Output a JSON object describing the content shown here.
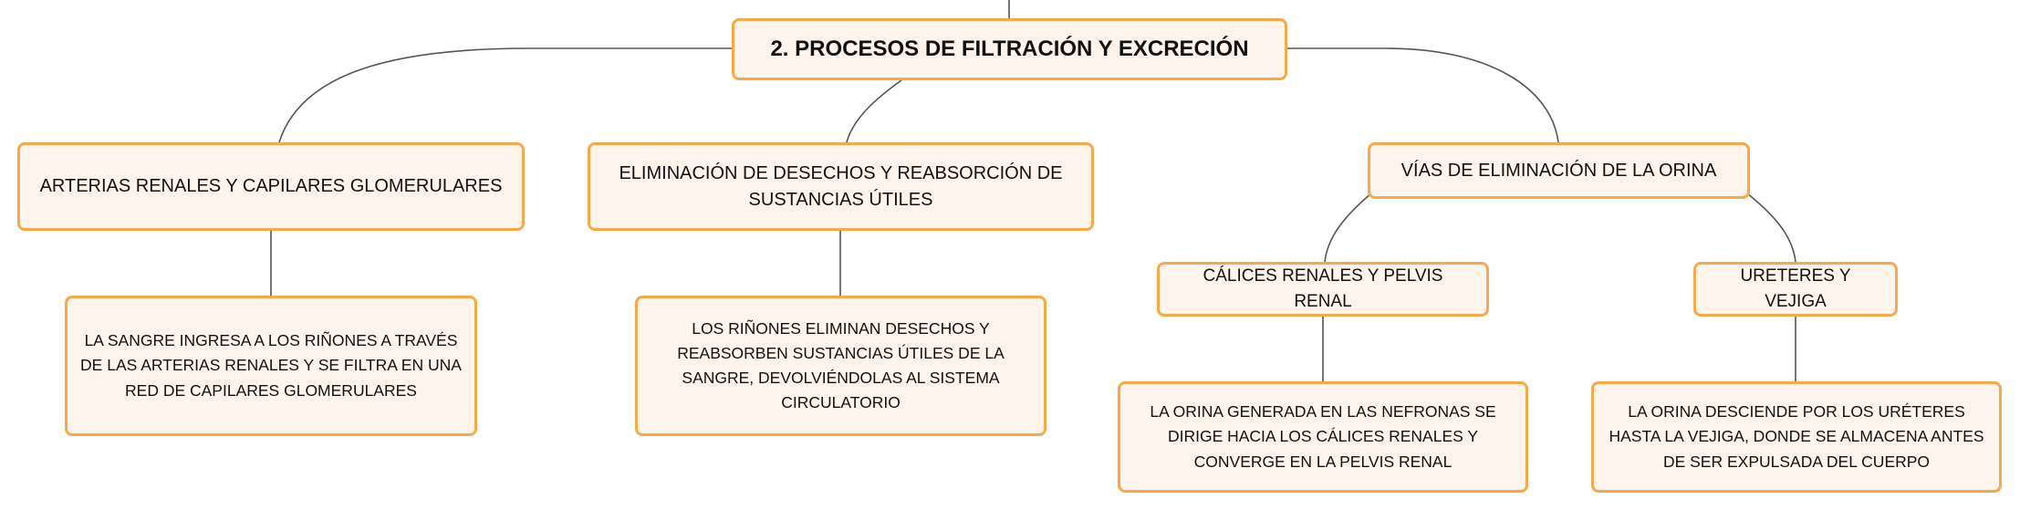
{
  "colors": {
    "node_border": "#f5a94a",
    "node_fill": "#fef4ec",
    "connector": "#555555"
  },
  "nodes": {
    "root": "2. PROCESOS DE FILTRACIÓN Y EXCRECIÓN",
    "arterias": "ARTERIAS RENALES Y CAPILARES GLOMERULARES",
    "eliminacion": "ELIMINACIÓN DE DESECHOS Y REABSORCIÓN DE SUSTANCIAS ÚTILES",
    "vias": "VÍAS DE ELIMINACIÓN DE LA ORINA",
    "calices": "CÁLICES RENALES Y PELVIS RENAL",
    "ureteres": "URETERES Y VEJIGA",
    "arterias_detail": "LA SANGRE INGRESA A LOS RIÑONES A TRAVÉS DE LAS ARTERIAS RENALES Y SE FILTRA EN UNA RED DE CAPILARES GLOMERULARES",
    "eliminacion_detail": "LOS RIÑONES ELIMINAN DESECHOS Y REABSORBEN SUSTANCIAS ÚTILES DE LA SANGRE, DEVOLVIÉNDOLAS AL SISTEMA CIRCULATORIO",
    "calices_detail": "LA ORINA GENERADA EN LAS NEFRONAS SE DIRIGE HACIA LOS CÁLICES RENALES Y CONVERGE EN LA PELVIS RENAL",
    "ureteres_detail": "LA ORINA DESCIENDE POR LOS URÉTERES HASTA LA VEJIGA, DONDE SE ALMACENA ANTES DE SER EXPULSADA DEL CUERPO"
  }
}
